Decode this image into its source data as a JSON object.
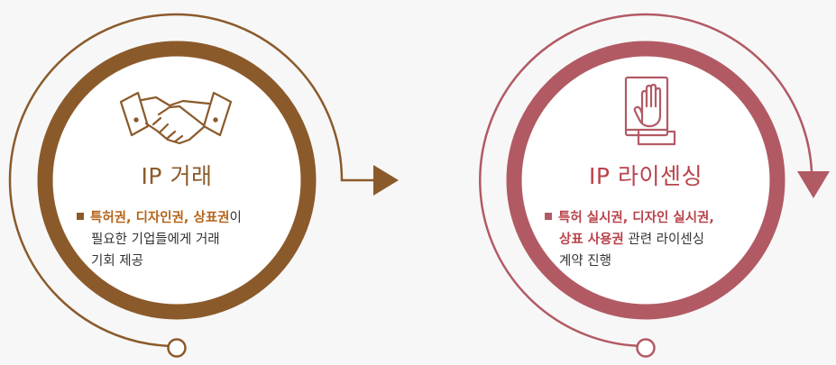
{
  "colors": {
    "brown": "#8b5a2b",
    "brown_text": "#8b5a2b",
    "brown_highlight": "#b5641a",
    "rose": "#b25a64",
    "rose_text": "#b8434b",
    "rose_highlight": "#b8434b"
  },
  "cards": [
    {
      "icon": "handshake-icon",
      "title": "IP 거래",
      "highlight": "특허권, 디자인권, 상표권",
      "line1_rest": "이",
      "line2": "필요한 기업들에게 거래",
      "line3": "기회 제공"
    },
    {
      "icon": "oath-book-hand-icon",
      "title": "IP 라이센싱",
      "line1_highlight": "특허 실시권, 디자인 실시권,",
      "line2_highlight": "상표 사용권",
      "line2_rest": " 관련 라이센싱",
      "line3": "계약 진행"
    }
  ]
}
